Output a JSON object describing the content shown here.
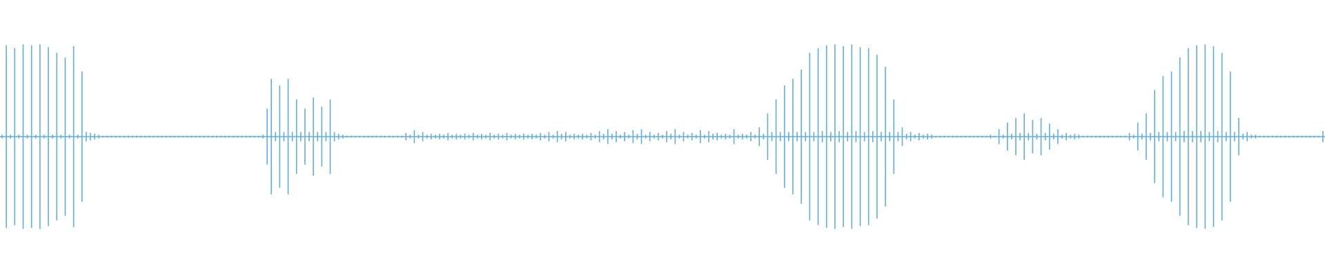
{
  "waveform": {
    "color": "#5dade2",
    "background": "#ffffff",
    "centerline_color": "#5dade2",
    "amplitude": [
      0.02,
      0.98,
      0.02,
      0.95,
      0.02,
      0.99,
      0.02,
      0.98,
      0.02,
      0.99,
      0.02,
      0.96,
      0.02,
      0.9,
      0.02,
      0.85,
      0.02,
      0.97,
      0.02,
      0.7,
      0.05,
      0.04,
      0.03,
      0.02,
      0.01,
      0.01,
      0.01,
      0.01,
      0.01,
      0.01,
      0.01,
      0.01,
      0.01,
      0.01,
      0.01,
      0.01,
      0.01,
      0.01,
      0.01,
      0.01,
      0.01,
      0.01,
      0.01,
      0.01,
      0.01,
      0.01,
      0.01,
      0.01,
      0.01,
      0.01,
      0.01,
      0.01,
      0.01,
      0.01,
      0.01,
      0.01,
      0.01,
      0.01,
      0.01,
      0.01,
      0.01,
      0.01,
      0.02,
      0.3,
      0.62,
      0.05,
      0.55,
      0.05,
      0.62,
      0.05,
      0.4,
      0.05,
      0.3,
      0.05,
      0.42,
      0.05,
      0.32,
      0.05,
      0.4,
      0.05,
      0.03,
      0.02,
      0.01,
      0.01,
      0.01,
      0.01,
      0.01,
      0.01,
      0.01,
      0.01,
      0.01,
      0.01,
      0.01,
      0.01,
      0.01,
      0.01,
      0.04,
      0.02,
      0.07,
      0.02,
      0.05,
      0.02,
      0.03,
      0.02,
      0.03,
      0.02,
      0.04,
      0.02,
      0.03,
      0.02,
      0.03,
      0.02,
      0.04,
      0.02,
      0.03,
      0.02,
      0.04,
      0.02,
      0.03,
      0.02,
      0.04,
      0.02,
      0.03,
      0.02,
      0.03,
      0.02,
      0.03,
      0.02,
      0.04,
      0.02,
      0.05,
      0.02,
      0.06,
      0.03,
      0.05,
      0.02,
      0.03,
      0.02,
      0.03,
      0.02,
      0.04,
      0.02,
      0.06,
      0.03,
      0.08,
      0.03,
      0.06,
      0.02,
      0.05,
      0.02,
      0.07,
      0.03,
      0.08,
      0.02,
      0.05,
      0.02,
      0.04,
      0.02,
      0.06,
      0.03,
      0.08,
      0.02,
      0.05,
      0.02,
      0.04,
      0.02,
      0.07,
      0.02,
      0.06,
      0.03,
      0.04,
      0.02,
      0.03,
      0.02,
      0.08,
      0.02,
      0.03,
      0.02,
      0.05,
      0.02,
      0.1,
      0.03,
      0.25,
      0.05,
      0.4,
      0.05,
      0.55,
      0.05,
      0.62,
      0.05,
      0.72,
      0.05,
      0.9,
      0.05,
      0.95,
      0.06,
      0.98,
      0.05,
      0.99,
      0.06,
      0.97,
      0.05,
      0.99,
      0.06,
      0.96,
      0.05,
      0.95,
      0.06,
      0.88,
      0.05,
      0.75,
      0.05,
      0.4,
      0.05,
      0.1,
      0.03,
      0.05,
      0.02,
      0.04,
      0.02,
      0.03,
      0.02,
      0.01,
      0.01,
      0.01,
      0.01,
      0.01,
      0.01,
      0.01,
      0.01,
      0.01,
      0.01,
      0.01,
      0.01,
      0.01,
      0.02,
      0.01,
      0.08,
      0.02,
      0.15,
      0.03,
      0.2,
      0.04,
      0.25,
      0.04,
      0.18,
      0.03,
      0.2,
      0.04,
      0.14,
      0.03,
      0.08,
      0.02,
      0.04,
      0.02,
      0.03,
      0.02,
      0.01,
      0.01,
      0.01,
      0.01,
      0.01,
      0.01,
      0.01,
      0.01,
      0.01,
      0.01,
      0.01,
      0.04,
      0.02,
      0.15,
      0.03,
      0.25,
      0.04,
      0.5,
      0.05,
      0.65,
      0.05,
      0.7,
      0.05,
      0.85,
      0.06,
      0.95,
      0.06,
      0.98,
      0.06,
      0.99,
      0.05,
      0.97,
      0.06,
      0.9,
      0.05,
      0.7,
      0.05,
      0.2,
      0.03,
      0.05,
      0.02,
      0.02,
      0.01,
      0.01,
      0.01,
      0.01,
      0.01,
      0.01,
      0.01,
      0.01,
      0.01,
      0.01,
      0.01,
      0.01,
      0.01,
      0.01,
      0.01,
      0.06
    ]
  }
}
